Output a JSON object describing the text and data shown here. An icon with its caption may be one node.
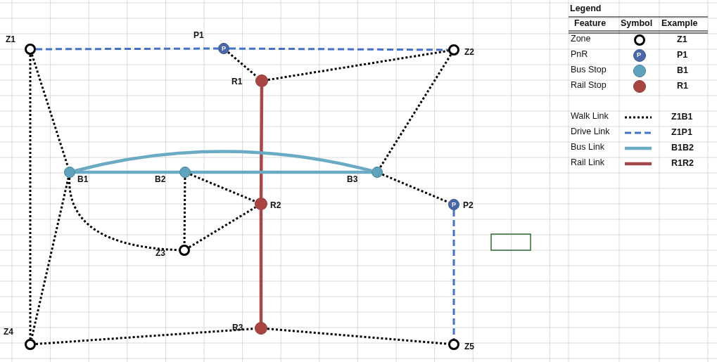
{
  "diagram": {
    "nodes": [
      {
        "text": [
          "Z1"
        ]
      },
      {
        "text": [
          "P",
          "P1"
        ]
      },
      {
        "text": [
          "Z2"
        ]
      },
      {
        "text": [
          "R1"
        ]
      },
      {
        "text": [
          "B1"
        ]
      },
      {
        "text": [
          "B2"
        ]
      },
      {
        "text": [
          "B3"
        ]
      },
      {
        "text": [
          "R2"
        ]
      },
      {
        "text": [
          "P",
          "P2"
        ]
      },
      {
        "text": [
          "Z3"
        ]
      },
      {
        "text": [
          "Z4"
        ]
      },
      {
        "text": [
          "R3"
        ]
      },
      {
        "text": [
          "Z5"
        ]
      }
    ],
    "edges": [
      {
        "from": 0,
        "to": 1,
        "arrow": "none",
        "style": "dashed",
        "color": "#4472c4"
      },
      {
        "from": 1,
        "to": 2,
        "arrow": "none",
        "style": "dashed",
        "color": "#4472c4"
      },
      {
        "from": 1,
        "to": 3,
        "arrow": "none",
        "style": "dashed"
      },
      {
        "from": 3,
        "to": 2,
        "arrow": "none",
        "style": "dashed"
      },
      {
        "from": 0,
        "to": 10,
        "arrow": "none",
        "style": "dashed"
      },
      {
        "from": 0,
        "to": 4,
        "arrow": "none",
        "style": "dashed"
      },
      {
        "from": 2,
        "to": 6,
        "arrow": "none",
        "style": "dashed"
      },
      {
        "from": 3,
        "to": 7,
        "arrow": "none",
        "color": "#a5484a"
      },
      {
        "from": 7,
        "to": 11,
        "arrow": "none",
        "color": "#a5484a"
      },
      {
        "from": 4,
        "to": 5,
        "arrow": "none",
        "color": "#6aaac4"
      },
      {
        "from": 5,
        "to": 6,
        "arrow": "none",
        "color": "#6aaac4"
      },
      {
        "from": 4,
        "to": 6,
        "arrow": "none",
        "color": "#6aaac4"
      },
      {
        "from": 5,
        "to": 7,
        "arrow": "none",
        "style": "dashed"
      },
      {
        "from": 5,
        "to": 9,
        "arrow": "none",
        "style": "dashed"
      },
      {
        "from": 9,
        "to": 7,
        "arrow": "none",
        "style": "dashed"
      },
      {
        "from": 4,
        "to": 9,
        "arrow": "none",
        "style": "dashed"
      },
      {
        "from": 6,
        "to": 8,
        "arrow": "none",
        "style": "dashed"
      },
      {
        "from": 8,
        "to": 12,
        "arrow": "none",
        "style": "dashed",
        "color": "#4472c4"
      },
      {
        "from": 4,
        "to": 10,
        "arrow": "none",
        "style": "dashed"
      },
      {
        "from": 10,
        "to": 11,
        "arrow": "none",
        "style": "dashed"
      },
      {
        "from": 11,
        "to": 12,
        "arrow": "none",
        "style": "dashed"
      }
    ],
    "labels": [
      "Legend",
      "Feature",
      "Symbol",
      "Example",
      "Z1",
      "P",
      "P1",
      "B1",
      "R1",
      "Z1B1",
      "Z1P1",
      "B1B2",
      "R1R2"
    ],
    "legend": [
      {
        "text": "Zone"
      },
      {
        "text": "PnR"
      },
      {
        "text": "Bus Stop"
      },
      {
        "text": "Rail Stop"
      },
      {
        "text": "Walk Link"
      },
      {
        "text": "Drive Link"
      },
      {
        "text": "Bus Link"
      },
      {
        "text": "Rail Link"
      }
    ]
  }
}
